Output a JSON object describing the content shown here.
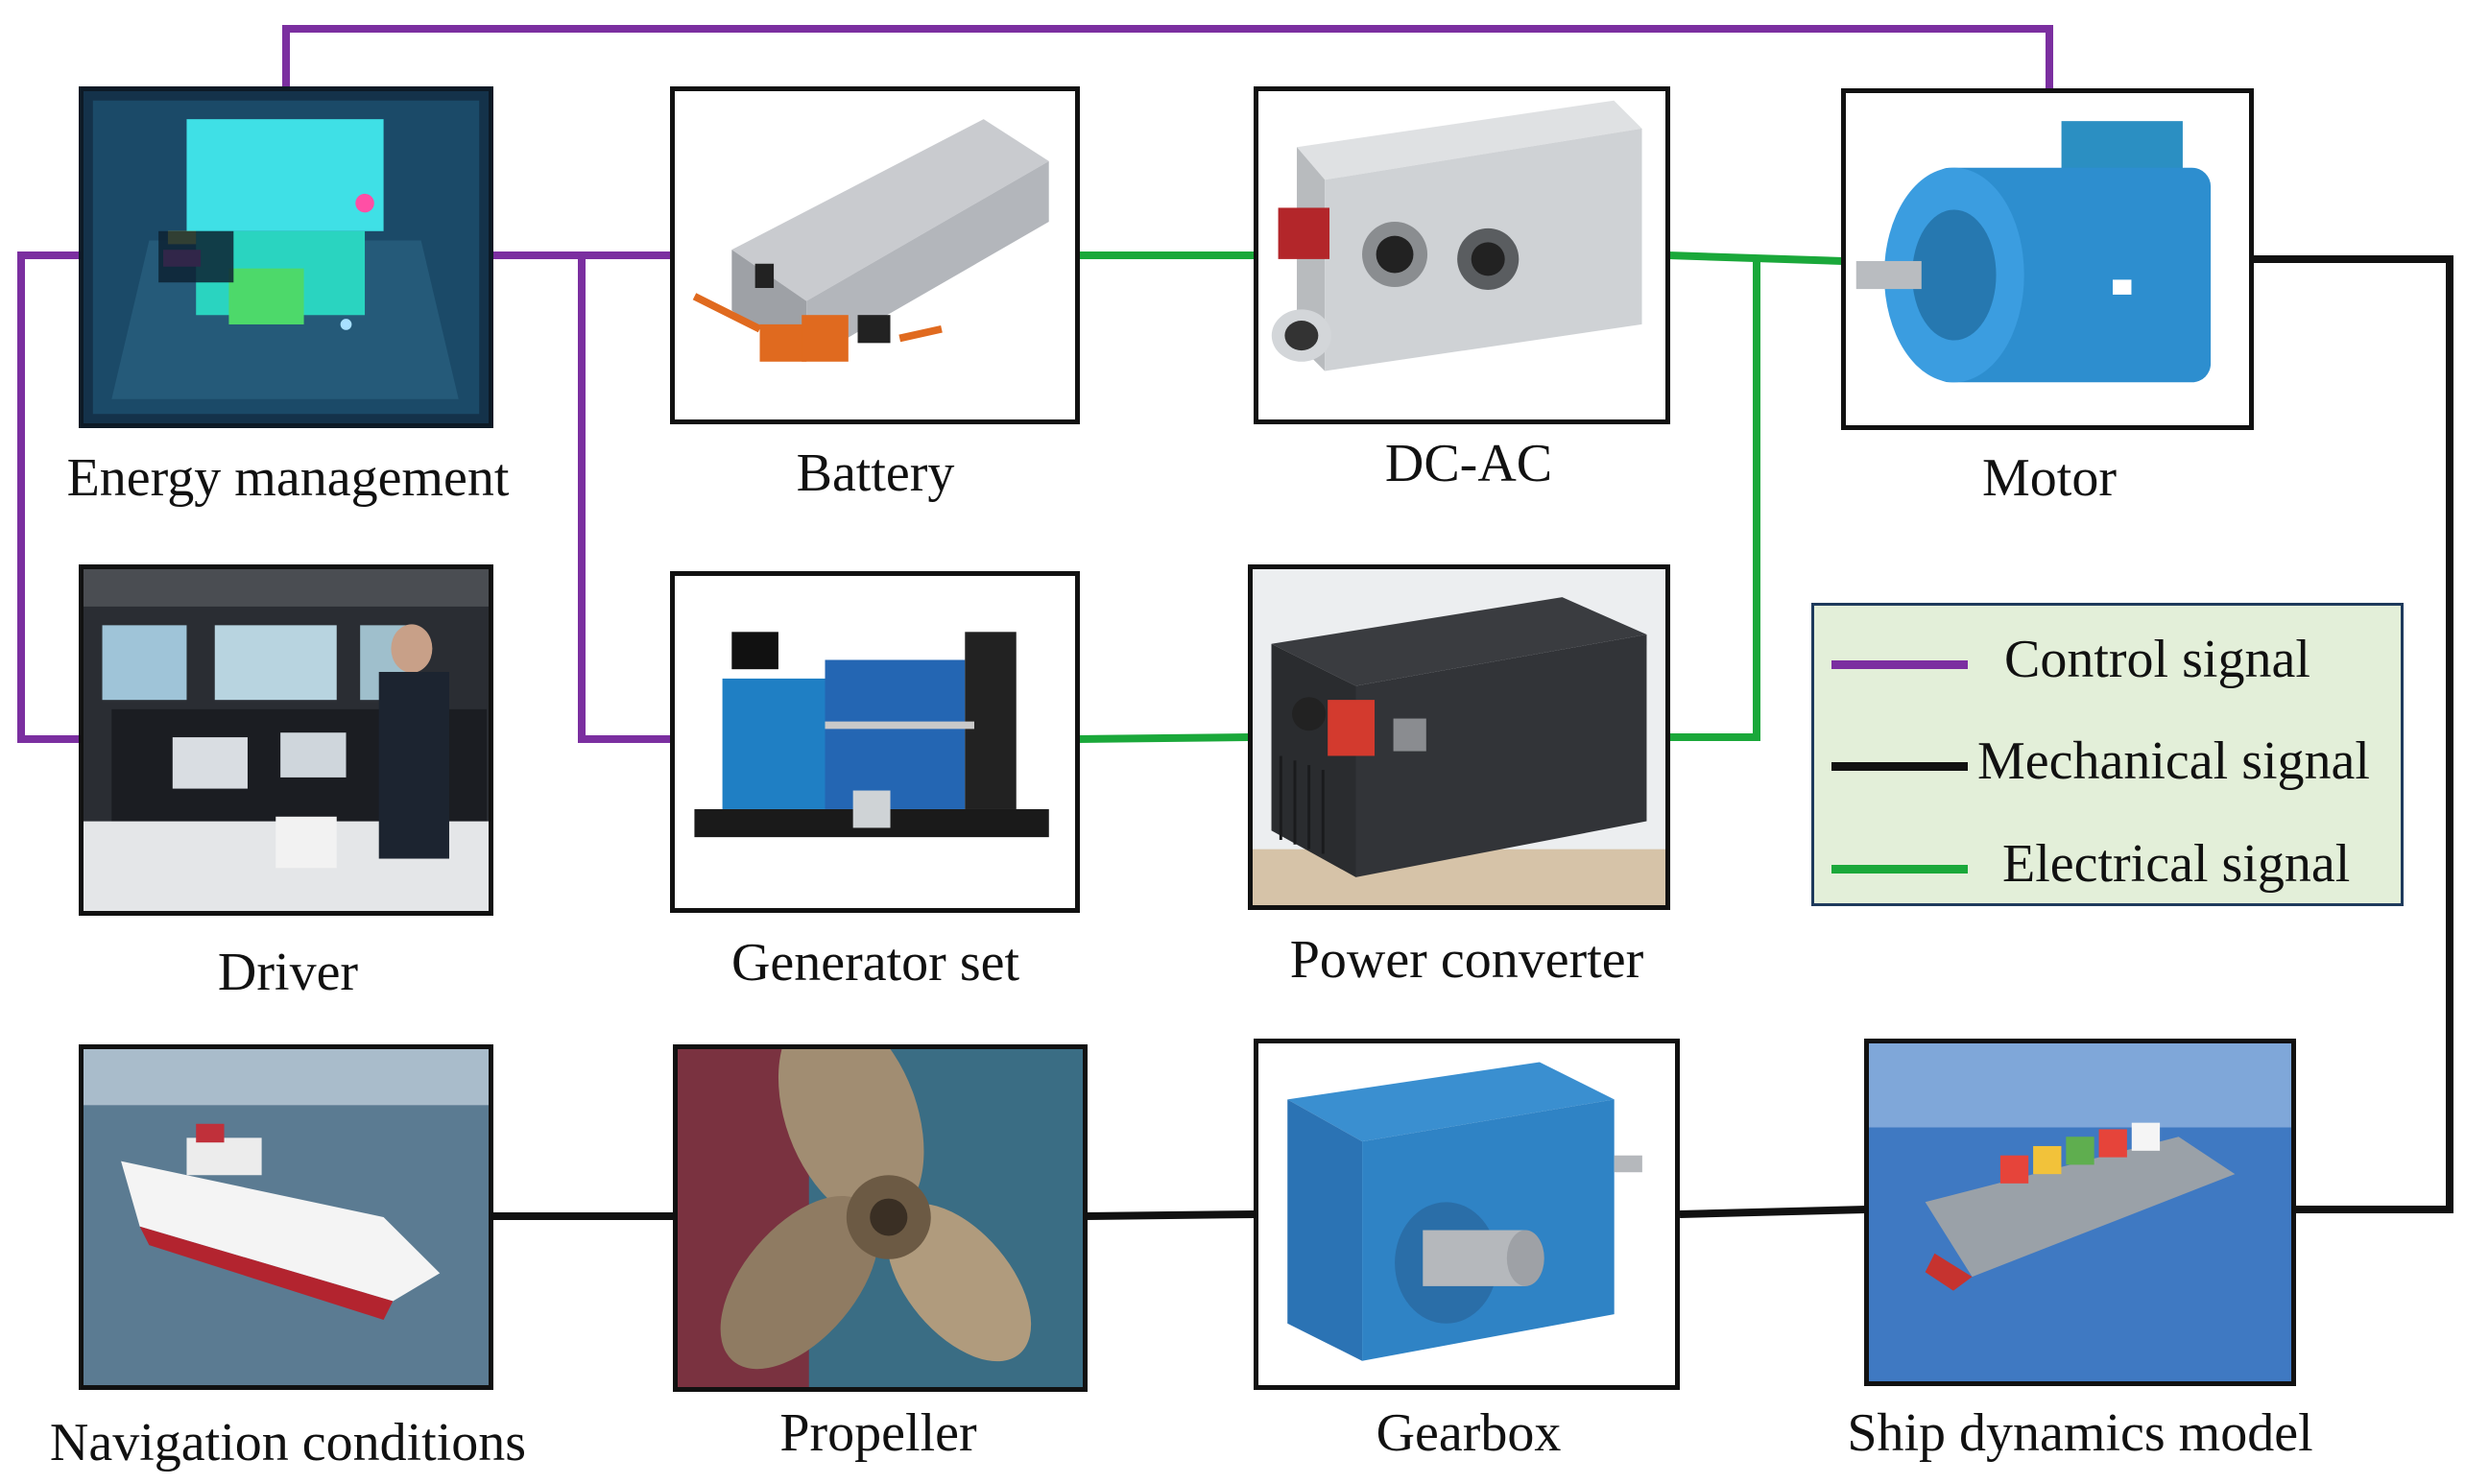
{
  "colors": {
    "control": "#7b2fa0",
    "mechanical": "#111111",
    "electrical": "#1aa83a",
    "legend_bg": "#e3efd9",
    "legend_border": "#1e3a5c"
  },
  "components": {
    "energy_management": "Energy management",
    "battery": "Battery",
    "dc_ac": "DC-AC",
    "motor": "Motor",
    "driver": "Driver",
    "generator_set": "Generator set",
    "power_converter": "Power converter",
    "navigation_conditions": "Navigation conditions",
    "propeller": "Propeller",
    "gearbox": "Gearbox",
    "ship_dynamics_model": "Ship dynamics model"
  },
  "legend": {
    "items": [
      {
        "label": "Control signal",
        "color": "#7b2fa0"
      },
      {
        "label": "Mechanical signal",
        "color": "#111111"
      },
      {
        "label": "Electrical signal",
        "color": "#1aa83a"
      }
    ]
  },
  "connections": [
    {
      "from": "Energy management",
      "to": "Motor",
      "type": "control"
    },
    {
      "from": "Energy management",
      "to": "Battery",
      "type": "control"
    },
    {
      "from": "Energy management",
      "to": "Generator set",
      "type": "control"
    },
    {
      "from": "Energy management",
      "to": "Driver",
      "type": "control"
    },
    {
      "from": "Battery",
      "to": "DC-AC",
      "type": "electrical"
    },
    {
      "from": "DC-AC",
      "to": "Motor",
      "type": "electrical"
    },
    {
      "from": "Generator set",
      "to": "Power converter",
      "type": "electrical"
    },
    {
      "from": "Power converter",
      "to": "DC-AC",
      "type": "electrical"
    },
    {
      "from": "Motor",
      "to": "Ship dynamics model",
      "type": "mechanical"
    },
    {
      "from": "Ship dynamics model",
      "to": "Gearbox",
      "type": "mechanical"
    },
    {
      "from": "Gearbox",
      "to": "Propeller",
      "type": "mechanical"
    },
    {
      "from": "Propeller",
      "to": "Navigation conditions",
      "type": "mechanical"
    }
  ]
}
